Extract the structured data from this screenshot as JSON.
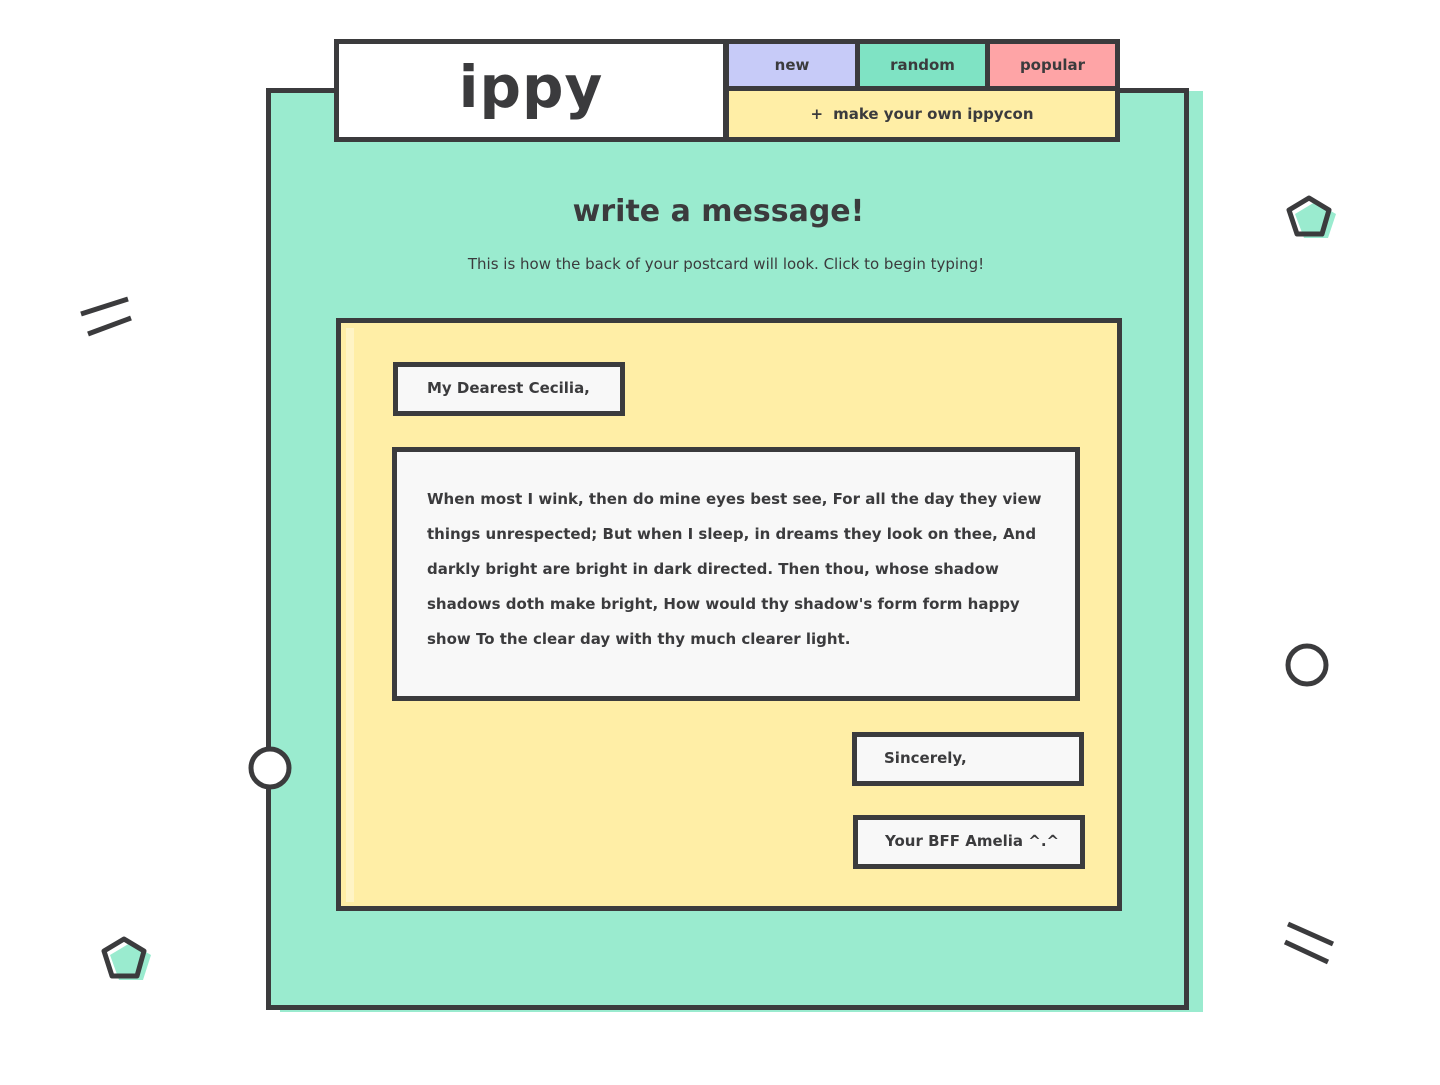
{
  "header": {
    "logo": "ippy",
    "nav": {
      "new_label": "new",
      "random_label": "random",
      "popular_label": "popular",
      "make_label": "make your own ippycon",
      "make_icon": "plus-icon"
    }
  },
  "main": {
    "title": "write a message!",
    "subtitle": "This is how the back of your postcard will look. Click to begin typing!"
  },
  "postcard": {
    "greeting": "My Dearest Cecilia,",
    "body": "When most I wink, then do mine eyes best see, For all the day they view things unrespected; But when I sleep, in dreams they look on thee, And darkly bright are bright in dark directed. Then thou, whose shadow shadows doth make bright, How would thy shadow's form form happy show To the clear day with thy much clearer light.",
    "closing": "Sincerely,",
    "signature": "Your BFF Amelia ^.^"
  },
  "colors": {
    "ink": "#3b3b3d",
    "mint": "#9aebcf",
    "teal": "#7fe3c4",
    "lavender": "#c7cbf8",
    "pink": "#fea4a6",
    "butter": "#ffeea6",
    "field": "#f8f8f8"
  }
}
